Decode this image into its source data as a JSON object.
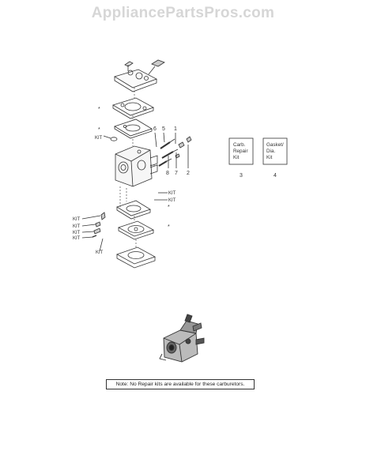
{
  "watermark": "AppliancePartsPros.com",
  "callouts": {
    "kit": "KIT",
    "star": "*"
  },
  "parts": {
    "n1": "1",
    "n2": "2",
    "n3": "3",
    "n4": "4",
    "n5": "5",
    "n6": "6",
    "n7": "7",
    "n8": "8"
  },
  "kit_box_carb": {
    "line1": "Carb.",
    "line2": "Repair",
    "line3": "Kit",
    "number": "3"
  },
  "kit_box_gasket": {
    "line1": "Gasket/",
    "line2": "Dia.",
    "line3": "Kit",
    "number": "4"
  },
  "note": "Note: No Repair kits are available for these carburetors."
}
